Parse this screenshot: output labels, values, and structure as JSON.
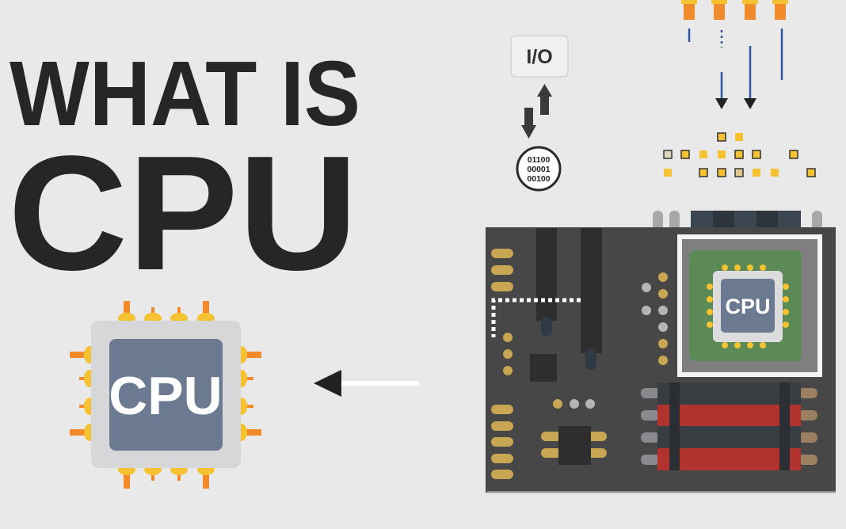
{
  "title": {
    "line1": "WHAT IS",
    "line2": "CPU"
  },
  "chip": {
    "label": "CPU"
  },
  "board_chip": {
    "label": "CPU"
  },
  "io": {
    "label": "I/O"
  },
  "binary": {
    "lines": [
      "01100",
      "00001",
      "00100"
    ]
  },
  "colors": {
    "background": "#e9e9e9",
    "text": "#262626",
    "chip_core": "#6b7a90",
    "pin_orange": "#f08a2a",
    "pin_yellow": "#f5c232",
    "board": "#474747",
    "ram_red": "#b0332e",
    "data_line": "#2f56a0"
  }
}
